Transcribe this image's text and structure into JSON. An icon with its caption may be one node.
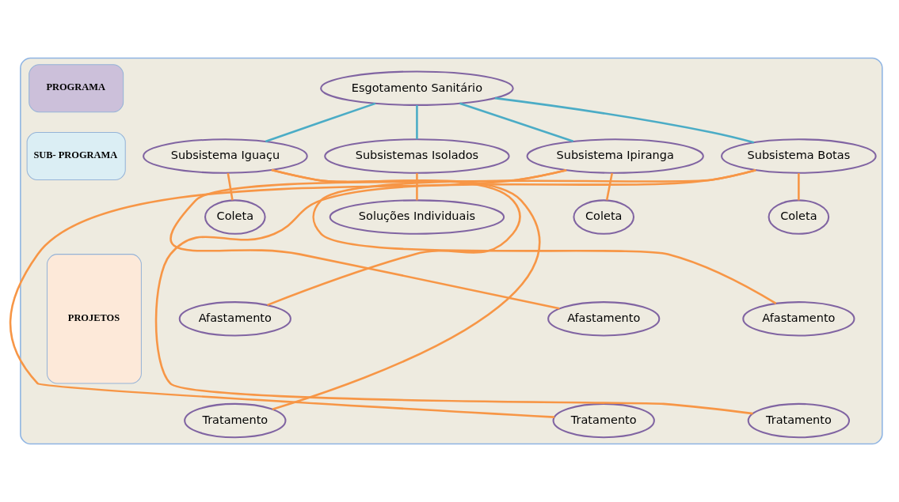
{
  "diagram": {
    "nodes": [
      {
        "text": [],
        "shape": "box"
      },
      {
        "text": [
          "PROGRAMA"
        ],
        "in": 0
      },
      {
        "text": [
          "SUB- PROGRAMA"
        ],
        "in": 0
      },
      {
        "text": [
          "PROJETOS"
        ],
        "in": 0
      },
      {
        "text": [
          "Esgotamento Sanitário"
        ],
        "in": 0
      },
      {
        "text": [
          "Subsistema Ipiranga"
        ],
        "in": 0
      },
      {
        "text": [
          "Subsistema Botas"
        ],
        "in": 0
      },
      {
        "text": [
          "Subsistema Iguaçu"
        ],
        "in": 0
      },
      {
        "text": [
          "Subsistemas Isolados"
        ],
        "in": 0
      },
      {
        "text": [
          "Coleta"
        ],
        "in": 0
      },
      {
        "text": [
          "Afastamento"
        ],
        "in": 0
      },
      {
        "text": [
          "Tratamento"
        ],
        "in": 0
      },
      {
        "text": [
          "Coleta"
        ],
        "in": 0
      },
      {
        "text": [
          "Afastamento"
        ],
        "in": 0
      },
      {
        "text": [
          "Tratamento"
        ],
        "in": 0
      },
      {
        "text": [
          "Coleta"
        ],
        "in": 0
      },
      {
        "text": [
          "Afastamento"
        ],
        "in": 0
      },
      {
        "text": [
          "Tratamento"
        ],
        "in": 0
      },
      {
        "text": [
          "Soluções Individuais"
        ],
        "in": 0
      }
    ],
    "edges": [
      {
        "from": 4,
        "to": 5,
        "arrow": "none",
        "color": "#4bacc6"
      },
      {
        "from": 4,
        "to": 6,
        "arrow": "none",
        "color": "#4bacc6"
      },
      {
        "from": 4,
        "to": 7,
        "arrow": "none",
        "color": "#4bacc6"
      },
      {
        "from": 4,
        "to": 8,
        "arrow": "none",
        "color": "#4bacc6"
      },
      {
        "from": 5,
        "to": 9,
        "arrow": "none"
      },
      {
        "from": 5,
        "to": 10,
        "arrow": "none"
      },
      {
        "from": 5,
        "to": 11,
        "arrow": "none"
      },
      {
        "from": 6,
        "to": 12,
        "arrow": "none"
      },
      {
        "from": 6,
        "to": 13,
        "arrow": "none"
      },
      {
        "from": 6,
        "to": 14,
        "arrow": "none"
      },
      {
        "from": 7,
        "to": 15,
        "arrow": "none"
      },
      {
        "from": 7,
        "to": 16,
        "arrow": "none"
      },
      {
        "from": 7,
        "to": 17,
        "arrow": "none"
      },
      {
        "from": 8,
        "to": 18,
        "arrow": "none"
      }
    ]
  }
}
